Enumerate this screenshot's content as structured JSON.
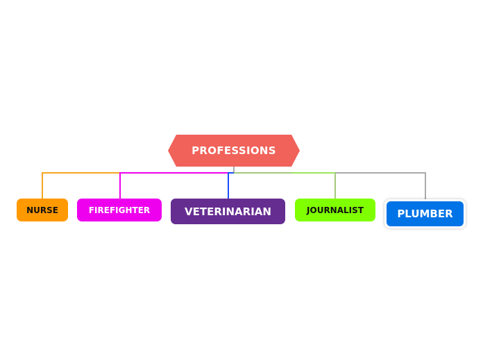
{
  "central_topic": {
    "label": "PROFESSIONS",
    "color": "#f0625a"
  },
  "subtopics": [
    {
      "label": "NURSE",
      "color": "#ff9900",
      "line_color": "#f5a623"
    },
    {
      "label": "FIREFIGHTER",
      "color": "#ee00ee",
      "line_color": "#ee00ee"
    },
    {
      "label": "VETERINARIAN",
      "color": "#662d91",
      "line_color": "#1a4dff"
    },
    {
      "label": "JOURNALIST",
      "color": "#80ff00",
      "line_color": "#99e65c"
    },
    {
      "label": "PLUMBER",
      "color": "#0073e6",
      "line_color": "#aaaaaa"
    }
  ]
}
